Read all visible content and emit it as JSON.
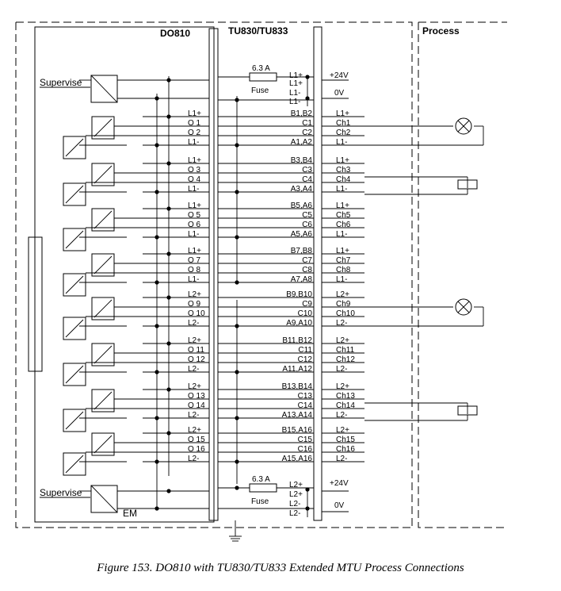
{
  "headers": {
    "do810": "DO810",
    "tu": "TU830/TU833",
    "process": "Process"
  },
  "supervise_label": "Supervise",
  "em_label": "EM",
  "fuse": {
    "rating": "6.3 A",
    "name": "Fuse"
  },
  "supply_top": {
    "module_pins": [
      "L1+",
      "L1+",
      "L1-",
      "L1-"
    ],
    "voltages": [
      "+24V",
      "0V"
    ]
  },
  "supply_bottom": {
    "module_pins": [
      "L2+",
      "L2+",
      "L2-",
      "L2-"
    ],
    "voltages": [
      "+24V",
      "0V"
    ]
  },
  "groups": [
    {
      "rows": [
        {
          "mod": "L1+",
          "term": "B1,B2",
          "proc": "L1+"
        },
        {
          "mod": "O 1",
          "term": "C1",
          "proc": "Ch1"
        },
        {
          "mod": "O 2",
          "term": "C2",
          "proc": "Ch2"
        },
        {
          "mod": "L1-",
          "term": "A1,A2",
          "proc": "L1-"
        }
      ]
    },
    {
      "rows": [
        {
          "mod": "L1+",
          "term": "B3,B4",
          "proc": "L1+"
        },
        {
          "mod": "O 3",
          "term": "C3",
          "proc": "Ch3"
        },
        {
          "mod": "O 4",
          "term": "C4",
          "proc": "Ch4"
        },
        {
          "mod": "L1-",
          "term": "A3,A4",
          "proc": "L1-"
        }
      ]
    },
    {
      "rows": [
        {
          "mod": "L1+",
          "term": "B5,A6",
          "proc": "L1+"
        },
        {
          "mod": "O 5",
          "term": "C5",
          "proc": "Ch5"
        },
        {
          "mod": "O 6",
          "term": "C6",
          "proc": "Ch6"
        },
        {
          "mod": "L1-",
          "term": "A5,A6",
          "proc": "L1-"
        }
      ]
    },
    {
      "rows": [
        {
          "mod": "L1+",
          "term": "B7,B8",
          "proc": "L1+"
        },
        {
          "mod": "O 7",
          "term": "C7",
          "proc": "Ch7"
        },
        {
          "mod": "O 8",
          "term": "C8",
          "proc": "Ch8"
        },
        {
          "mod": "L1-",
          "term": "A7,A8",
          "proc": "L1-"
        }
      ]
    },
    {
      "rows": [
        {
          "mod": "L2+",
          "term": "B9,B10",
          "proc": "L2+"
        },
        {
          "mod": "O 9",
          "term": "C9",
          "proc": "Ch9"
        },
        {
          "mod": "O 10",
          "term": "C10",
          "proc": "Ch10"
        },
        {
          "mod": "L2-",
          "term": "A9,A10",
          "proc": "L2-"
        }
      ]
    },
    {
      "rows": [
        {
          "mod": "L2+",
          "term": "B11,B12",
          "proc": "L2+"
        },
        {
          "mod": "O 11",
          "term": "C11",
          "proc": "Ch11"
        },
        {
          "mod": "O 12",
          "term": "C12",
          "proc": "Ch12"
        },
        {
          "mod": "L2-",
          "term": "A11,A12",
          "proc": "L2-"
        }
      ]
    },
    {
      "rows": [
        {
          "mod": "L2+",
          "term": "B13,B14",
          "proc": "L2+"
        },
        {
          "mod": "O 13",
          "term": "C13",
          "proc": "Ch13"
        },
        {
          "mod": "O 14",
          "term": "C14",
          "proc": "Ch14"
        },
        {
          "mod": "L2-",
          "term": "A13,A14",
          "proc": "L2-"
        }
      ]
    },
    {
      "rows": [
        {
          "mod": "L2+",
          "term": "B15,A16",
          "proc": "L2+"
        },
        {
          "mod": "O 15",
          "term": "C15",
          "proc": "Ch15"
        },
        {
          "mod": "O 16",
          "term": "C16",
          "proc": "Ch16"
        },
        {
          "mod": "L2-",
          "term": "A15,A16",
          "proc": "L2-"
        }
      ]
    }
  ],
  "caption": "Figure 153. DO810 with TU830/TU833 Extended MTU Process Connections"
}
